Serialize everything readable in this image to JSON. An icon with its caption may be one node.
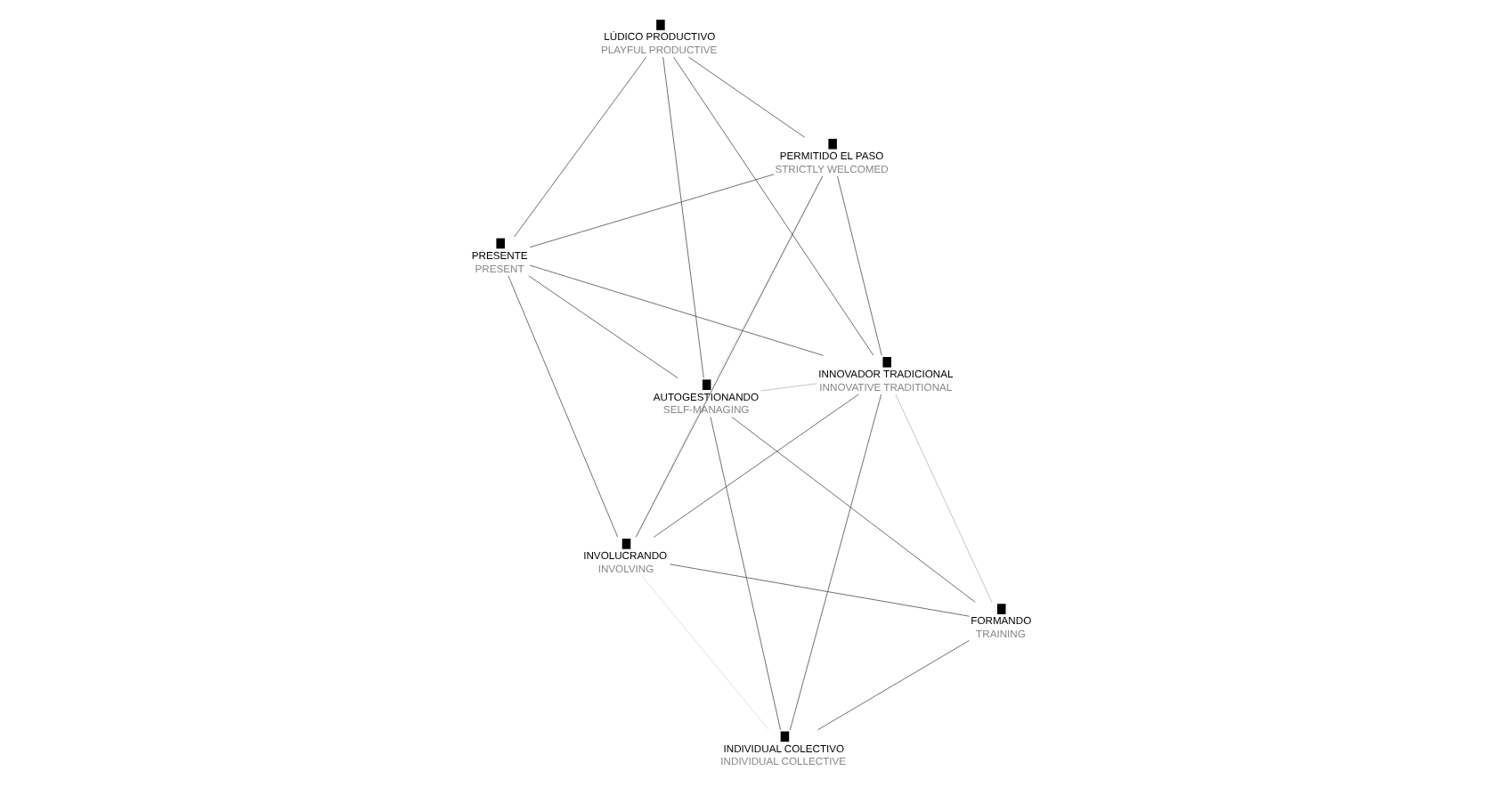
{
  "diagram": {
    "nodes": [
      {
        "text": [],
        "shape": "box",
        "beside": [
          "AUTOGESTIONANDO",
          "SELF-MANAGING"
        ]
      },
      {
        "text": [],
        "shape": "box",
        "beside": [
          "PERMITIDO EL PASO",
          "STRICTLY WELCOMED"
        ]
      },
      {
        "text": [],
        "shape": "box",
        "beside": [
          "INVOLUCRANDO",
          "INVOLVING"
        ]
      },
      {
        "text": [],
        "shape": "box",
        "beside": [
          "PRESENTE",
          "PRESENT"
        ]
      },
      {
        "text": [],
        "shape": "box",
        "beside": [
          "LÚDICO PRODUCTIVO",
          "PLAYFUL PRODUCTIVE"
        ]
      },
      {
        "text": [],
        "shape": "box",
        "beside": [
          "FORMANDO",
          "TRAINING"
        ]
      },
      {
        "text": [],
        "shape": "box",
        "beside": [
          "INNOVADOR TRADICIONAL",
          "INNOVATIVE TRADITIONAL"
        ]
      },
      {
        "text": [],
        "shape": "box",
        "beside": [
          "INDIVIDUAL COLECTIVO",
          "INDIVIDUAL COLLECTIVE"
        ]
      }
    ],
    "edges": [
      {
        "from": 0,
        "to": 2,
        "arrow": "none",
        "color": "#dddddd"
      },
      {
        "from": 0,
        "to": 1,
        "arrow": "none",
        "color": "#dddddd"
      },
      {
        "from": 0,
        "to": 4,
        "arrow": "none"
      },
      {
        "from": 0,
        "to": 3,
        "arrow": "none"
      },
      {
        "from": 0,
        "to": 5,
        "arrow": "none"
      },
      {
        "from": 0,
        "to": 7,
        "arrow": "none"
      },
      {
        "from": 0,
        "to": 6,
        "arrow": "none",
        "color": "#bbbbbb"
      },
      {
        "from": 2,
        "to": 1,
        "arrow": "none"
      },
      {
        "from": 2,
        "to": 3,
        "arrow": "none"
      },
      {
        "from": 2,
        "to": 5,
        "arrow": "none"
      },
      {
        "from": 2,
        "to": 6,
        "arrow": "none"
      },
      {
        "from": 2,
        "to": 7,
        "arrow": "none",
        "color": "#dddddd"
      },
      {
        "from": 3,
        "to": 4,
        "arrow": "none"
      },
      {
        "from": 3,
        "to": 1,
        "arrow": "none"
      },
      {
        "from": 3,
        "to": 6,
        "arrow": "none"
      },
      {
        "from": 1,
        "to": 4,
        "arrow": "none"
      },
      {
        "from": 1,
        "to": 6,
        "arrow": "none"
      },
      {
        "from": 4,
        "to": 6,
        "arrow": "none"
      },
      {
        "from": 5,
        "to": 6,
        "arrow": "none",
        "color": "#bbbbbb"
      },
      {
        "from": 5,
        "to": 7,
        "arrow": "none"
      },
      {
        "from": 6,
        "to": 7,
        "arrow": "none"
      }
    ]
  }
}
